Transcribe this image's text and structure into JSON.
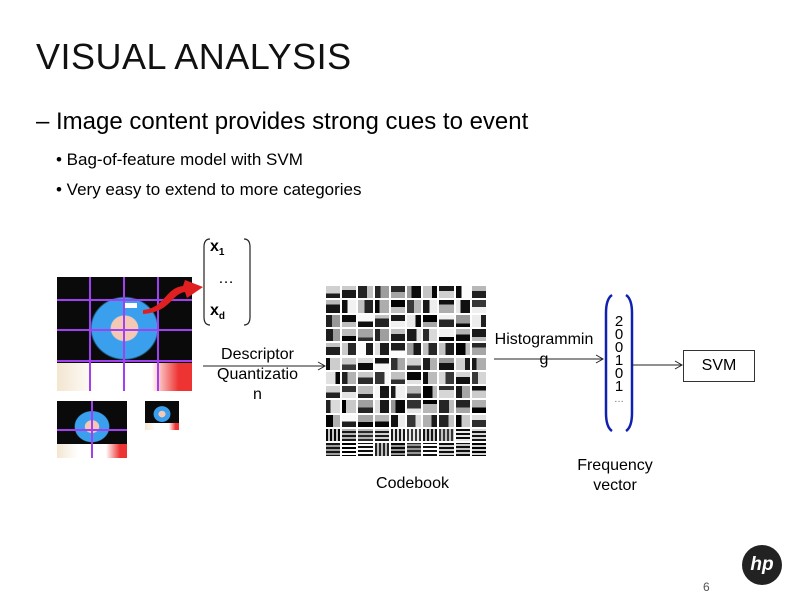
{
  "title": "VISUAL ANALYSIS",
  "bullet": "– Image content provides strong cues to event",
  "sub_bullets": [
    "• Bag-of-feature model with SVM",
    "• Very easy to extend to more categories"
  ],
  "descriptor_vector": {
    "top": "x",
    "top_sub": "1",
    "mid": "…",
    "bottom": "x",
    "bottom_sub": "d"
  },
  "descriptor_label": [
    "Descriptor",
    "Quantizatio",
    "n"
  ],
  "codebook_label": "Codebook",
  "histogram_label": [
    "Histogrammin",
    "g"
  ],
  "frequency_vector": [
    "2",
    "0",
    "0",
    "1",
    "0",
    "1",
    "…"
  ],
  "frequency_label": [
    "Frequency",
    "vector"
  ],
  "svm_label": "SVM",
  "page_number": "6",
  "logo_text": "hp",
  "colors": {
    "grid": "#a040f0",
    "arrow_red": "#e02020",
    "bracket_blue": "#1020b0"
  }
}
